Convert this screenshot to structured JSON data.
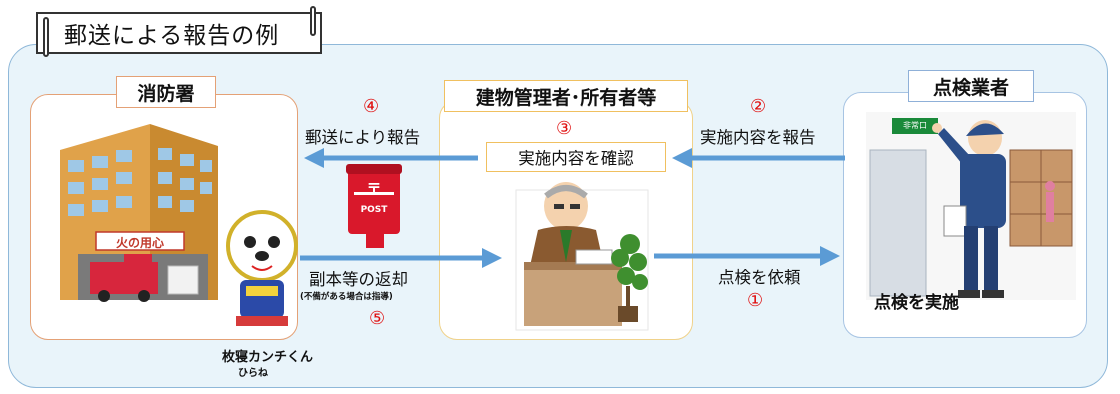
{
  "title": "郵送による報告の例",
  "fire_station": {
    "label": "消防署",
    "sign_text": "火の用心",
    "mascot_name": "枚寝カンチくん",
    "mascot_reading": "ひらね"
  },
  "manager": {
    "label": "建物管理者･所有者等",
    "confirm_step_num": "③",
    "confirm_text": "実施内容を確認"
  },
  "inspector": {
    "label": "点検業者",
    "action_text": "点検を実施",
    "exit_sign": "非常口"
  },
  "postbox": {
    "mark": "〒",
    "text": "POST"
  },
  "steps": {
    "request": {
      "num": "①",
      "text": "点検を依頼"
    },
    "report_to_owner": {
      "num": "②",
      "text": "実施内容を報告"
    },
    "mail_report": {
      "num": "④",
      "text": "郵送により報告"
    },
    "return_copy": {
      "num": "⑤",
      "text": "副本等の返却",
      "note": "(不備がある場合は指導)"
    }
  },
  "colors": {
    "arrow": "#5b9bd5",
    "step_number": "#e01010",
    "frame_fill": "#e9f4fa",
    "fire_station_border": "#e4a176",
    "manager_border": "#f0c060",
    "inspector_border": "#8fb0d8"
  }
}
